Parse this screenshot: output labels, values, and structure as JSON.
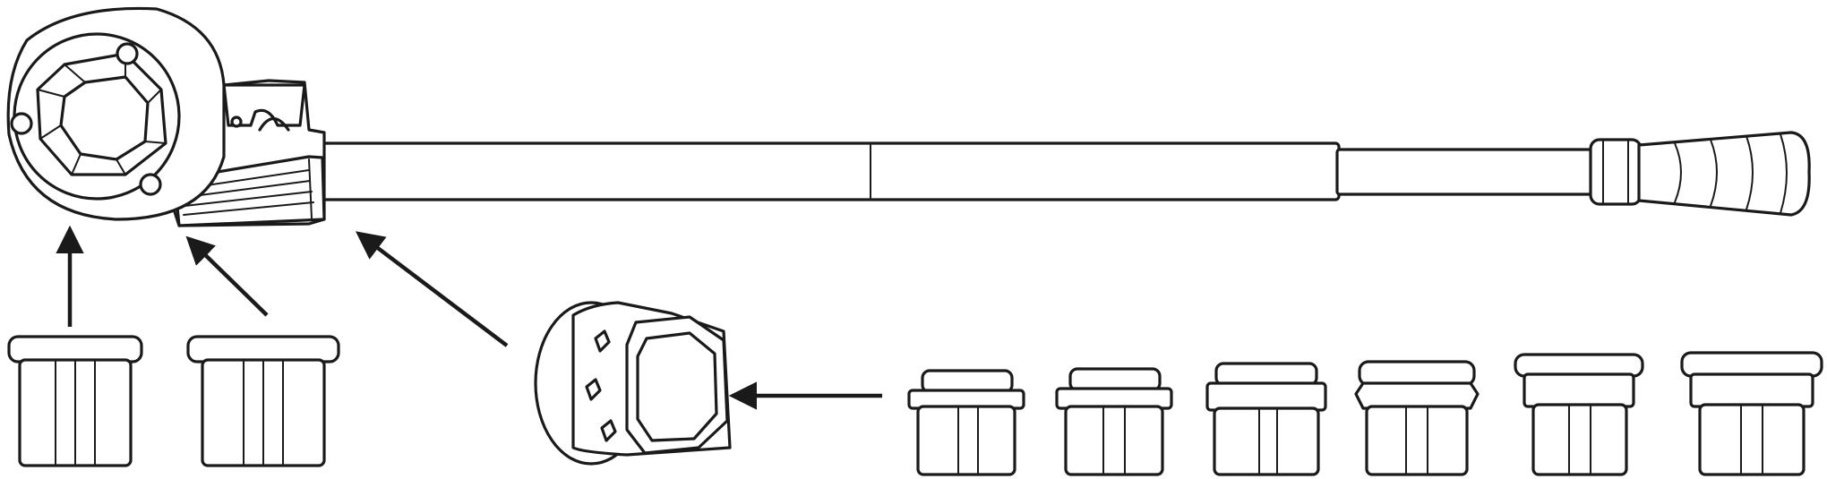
{
  "figure": {
    "subject": "ratchet-die-handle-with-interchangeable-dies",
    "line_color": "#1a1a1a",
    "background": "#ffffff",
    "die_count_row_left": 2,
    "die_count_row_right": 6
  }
}
